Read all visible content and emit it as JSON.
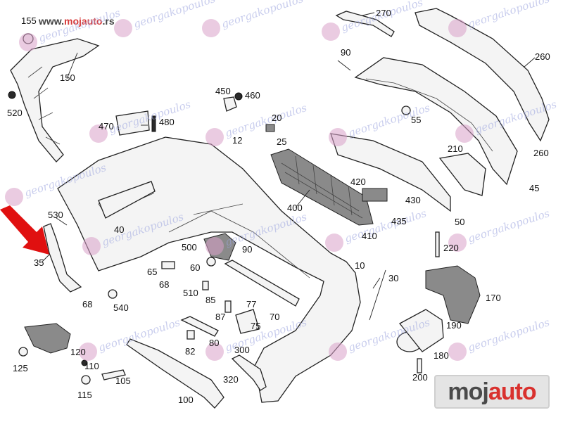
{
  "site_url": {
    "prefix": "www.",
    "brand": "mojauto",
    "suffix": ".rs"
  },
  "watermark_text": "georgakopoulos",
  "brand_logo": {
    "part1": "moj",
    "part2": "auto"
  },
  "colors": {
    "accent_red": "#d9312e",
    "watermark_blue": "#9da6e0",
    "watermark_pink": "#d9a0c8"
  },
  "pointer_icon": "red-arrow-icon",
  "callouts": [
    "155",
    "150",
    "520",
    "470",
    "480",
    "450",
    "460",
    "20",
    "25",
    "12",
    "270",
    "90",
    "260",
    "55",
    "210",
    "260",
    "45",
    "420",
    "430",
    "435",
    "50",
    "400",
    "410",
    "220",
    "530",
    "40",
    "35",
    "500",
    "60",
    "90",
    "65",
    "68",
    "510",
    "85",
    "87",
    "77",
    "75",
    "70",
    "10",
    "30",
    "170",
    "190",
    "180",
    "200",
    "68",
    "540",
    "120",
    "110",
    "105",
    "115",
    "125",
    "82",
    "80",
    "300",
    "320",
    "100"
  ]
}
